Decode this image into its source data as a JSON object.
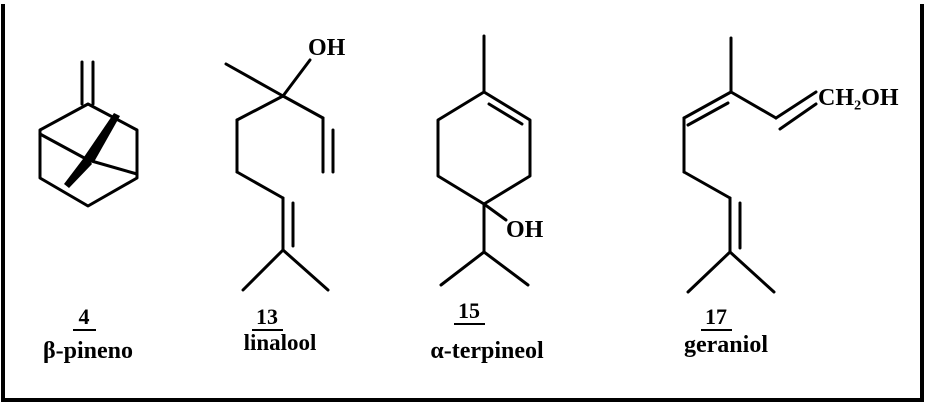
{
  "figure": {
    "compounds": [
      {
        "id": "beta-pinene",
        "number": "4",
        "name": "β-pineno",
        "atom_labels": []
      },
      {
        "id": "linalool",
        "number": "13",
        "name": "linalool",
        "atom_labels": [
          "OH"
        ]
      },
      {
        "id": "alpha-terpineol",
        "number": "15",
        "name": "α-terpineol",
        "atom_labels": [
          "OH"
        ]
      },
      {
        "id": "geraniol",
        "number": "17",
        "name": "geraniol",
        "atom_labels": [
          "CH₂OH"
        ]
      }
    ]
  }
}
